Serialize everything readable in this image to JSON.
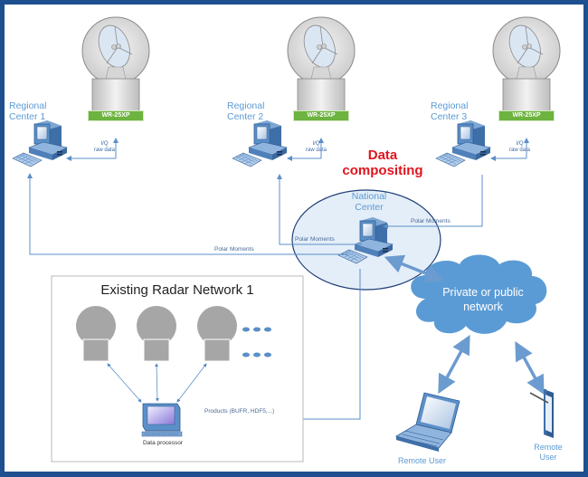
{
  "radars": [
    {
      "badge": "WR-25XP",
      "center_label_line1": "Regional",
      "center_label_line2": "Center 1",
      "link_line1": "I/Q",
      "link_line2": "raw data"
    },
    {
      "badge": "WR-25XP",
      "center_label_line1": "Regional",
      "center_label_line2": "Center 2",
      "link_line1": "I/Q",
      "link_line2": "raw data"
    },
    {
      "badge": "WR-25XP",
      "center_label_line1": "Regional",
      "center_label_line2": "Center 3",
      "link_line1": "I/Q",
      "link_line2": "raw data"
    }
  ],
  "compositing": {
    "line1": "Data",
    "line2": "compositing"
  },
  "national_center": {
    "line1": "National",
    "line2": "Center"
  },
  "links": {
    "polar_moments_1": "Polar Moments",
    "polar_moments_2": "Polar Moments",
    "polar_moments_3": "Polar Moments",
    "products": "Products (BUFR, HDF5,...)"
  },
  "existing_network": {
    "title": "Existing Radar Network 1",
    "processor_label": "Data processor",
    "radar_count": 3
  },
  "cloud": {
    "line1": "Private or public",
    "line2": "network"
  },
  "remote_users": [
    {
      "line1": "Remote User",
      "line2": ""
    },
    {
      "line1": "Remote",
      "line2": "User"
    }
  ],
  "colors": {
    "frame": "#1e4f8f",
    "link": "#5b8fc8",
    "cloud": "#5b9bd5",
    "badge": "#6db33f",
    "title_red": "#e0141e",
    "ellipse_fill": "#e4eef8",
    "ellipse_stroke": "#1f3f7a"
  }
}
